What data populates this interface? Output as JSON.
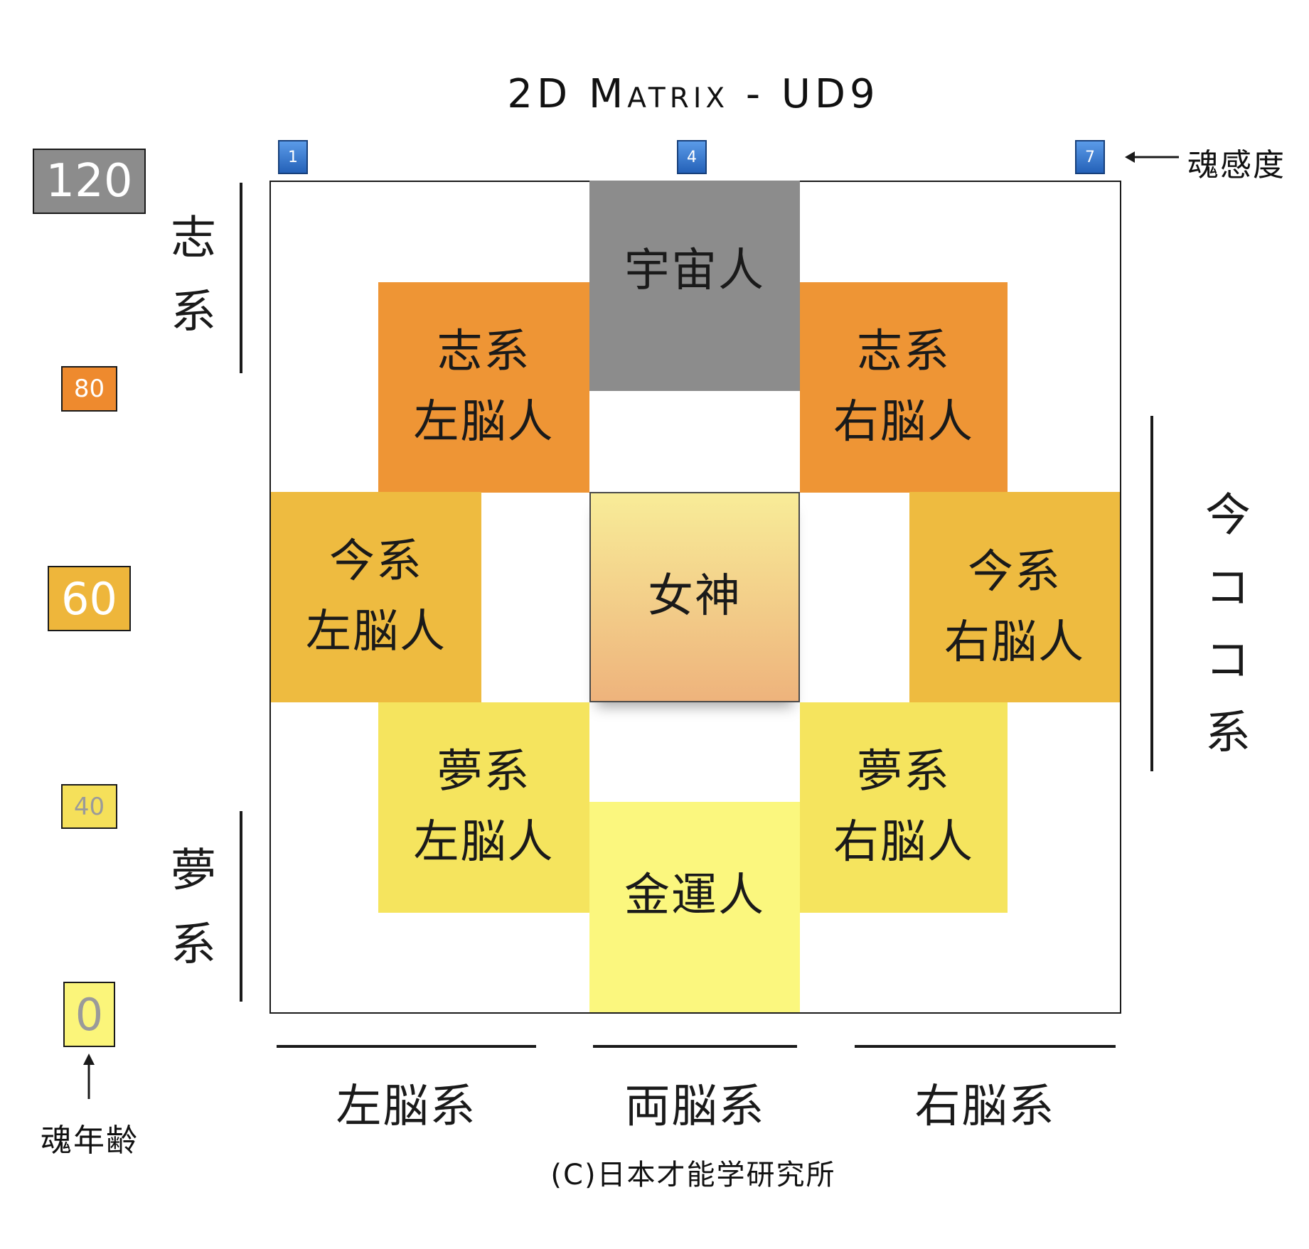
{
  "title": "2D Matrix - UD9",
  "sensitivity": {
    "label": "魂感度",
    "markers": [
      "1",
      "4",
      "7"
    ],
    "color": "#3a7bd5"
  },
  "soul_age": {
    "label": "魂年齢",
    "values": [
      {
        "value": "120",
        "color": "#8c8c8c",
        "text_color": "#ffffff"
      },
      {
        "value": "80",
        "color": "#ee8a2e",
        "text_color": "#ffffff"
      },
      {
        "value": "60",
        "color": "#eeb63b",
        "text_color": "#ffffff"
      },
      {
        "value": "40",
        "color": "#f5e05a",
        "text_color": "#9a9a9a"
      },
      {
        "value": "0",
        "color": "#fbf57a",
        "text_color": "#9a9a9a"
      }
    ]
  },
  "y_groups": {
    "left_top": "志系",
    "left_bottom": "夢系",
    "right_middle": "今ココ系"
  },
  "x_groups": [
    "左脳系",
    "両脳系",
    "右脳系"
  ],
  "cells": {
    "uchujin": {
      "lines": [
        "宇宙人"
      ],
      "color": "#8c8c8c"
    },
    "kokorozashi_left": {
      "lines": [
        "志系",
        "左脳人"
      ],
      "color": "#ee9535"
    },
    "kokorozashi_right": {
      "lines": [
        "志系",
        "右脳人"
      ],
      "color": "#ee9535"
    },
    "ima_left": {
      "lines": [
        "今系",
        "左脳人"
      ],
      "color": "#eebb40"
    },
    "megami": {
      "lines": [
        "女神"
      ],
      "color_top": "#f8ec98",
      "color_bottom": "#eeb37c"
    },
    "ima_right": {
      "lines": [
        "今系",
        "右脳人"
      ],
      "color": "#eebb40"
    },
    "yume_left": {
      "lines": [
        "夢系",
        "左脳人"
      ],
      "color": "#f5e45e"
    },
    "yume_right": {
      "lines": [
        "夢系",
        "右脳人"
      ],
      "color": "#f5e45e"
    },
    "kinunjin": {
      "lines": [
        "金運人"
      ],
      "color": "#fbf77e"
    }
  },
  "copyright": "(C)日本才能学研究所"
}
